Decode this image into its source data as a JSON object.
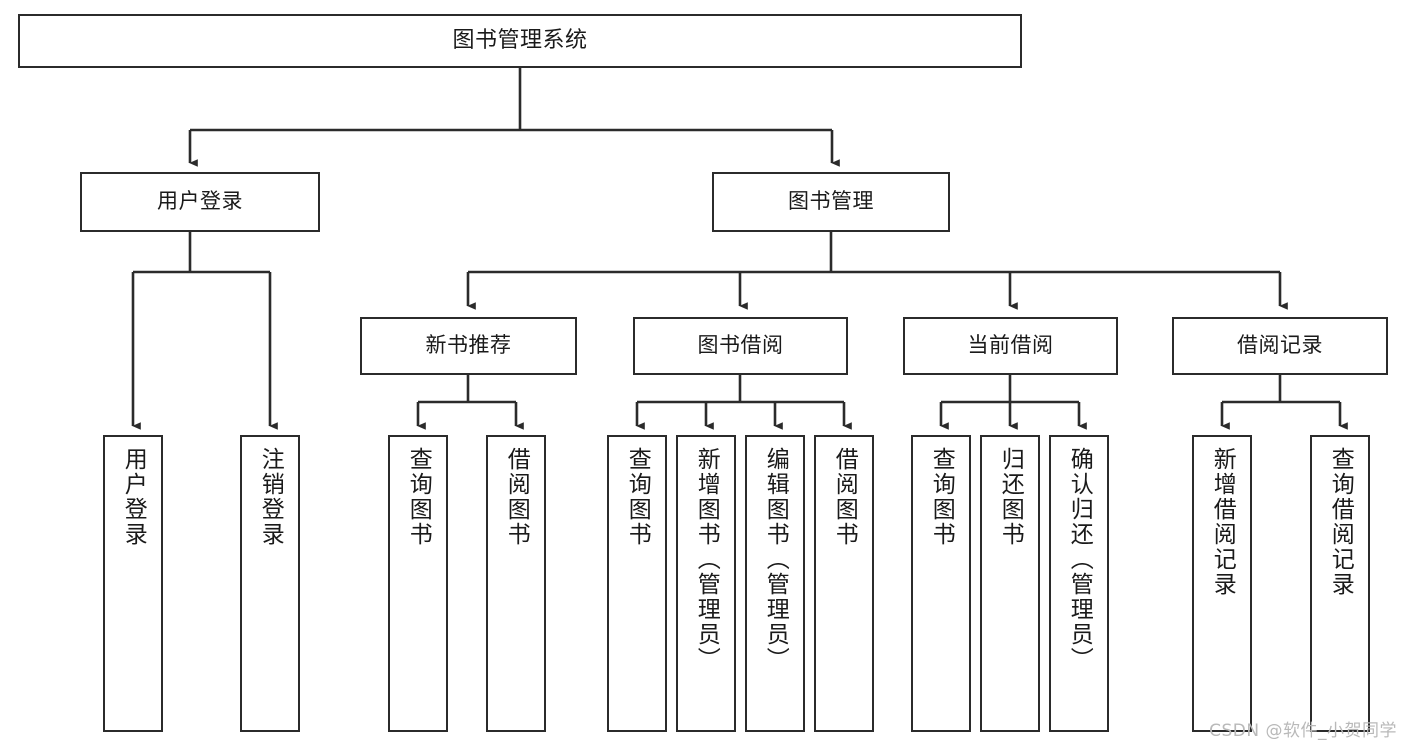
{
  "diagram": {
    "title": "图书管理系统",
    "type": "tree-hierarchy-chart",
    "orientation": "top-down",
    "colors": {
      "box_border": "#2b2b2b",
      "box_fill": "#ffffff",
      "connector": "#2b2b2b",
      "text": "#1a1a1a",
      "watermark": "#b9b9b9",
      "background": "#ffffff"
    }
  },
  "nodes": {
    "root": {
      "label": "图书管理系统"
    },
    "level2": [
      {
        "id": "user-login",
        "label": "用户登录"
      },
      {
        "id": "book-manage",
        "label": "图书管理"
      }
    ],
    "level3": [
      {
        "id": "new-book-recommend",
        "label": "新书推荐"
      },
      {
        "id": "book-borrow",
        "label": "图书借阅"
      },
      {
        "id": "current-borrow",
        "label": "当前借阅"
      },
      {
        "id": "borrow-record",
        "label": "借阅记录"
      }
    ],
    "leaves": {
      "user-login": [
        {
          "id": "leaf-user-login",
          "label": "用户登录"
        },
        {
          "id": "leaf-logout-login",
          "label": "注销登录"
        }
      ],
      "new-book-recommend": [
        {
          "id": "leaf-query-book-1",
          "label": "查询图书"
        },
        {
          "id": "leaf-borrow-book-1",
          "label": "借阅图书"
        }
      ],
      "book-borrow": [
        {
          "id": "leaf-query-book-2",
          "label": "查询图书"
        },
        {
          "id": "leaf-add-book-admin",
          "label": "新增图书（管理员）"
        },
        {
          "id": "leaf-edit-book-admin",
          "label": "编辑图书（管理员）"
        },
        {
          "id": "leaf-borrow-book-2",
          "label": "借阅图书"
        }
      ],
      "current-borrow": [
        {
          "id": "leaf-query-book-3",
          "label": "查询图书"
        },
        {
          "id": "leaf-return-book",
          "label": "归还图书"
        },
        {
          "id": "leaf-confirm-return-admin",
          "label": "确认归还（管理员）"
        }
      ],
      "borrow-record": [
        {
          "id": "leaf-add-borrow-record",
          "label": "新增借阅记录"
        },
        {
          "id": "leaf-query-borrow-record",
          "label": "查询借阅记录"
        }
      ]
    }
  },
  "watermark": {
    "text": "CSDN @软件_小贺同学"
  }
}
